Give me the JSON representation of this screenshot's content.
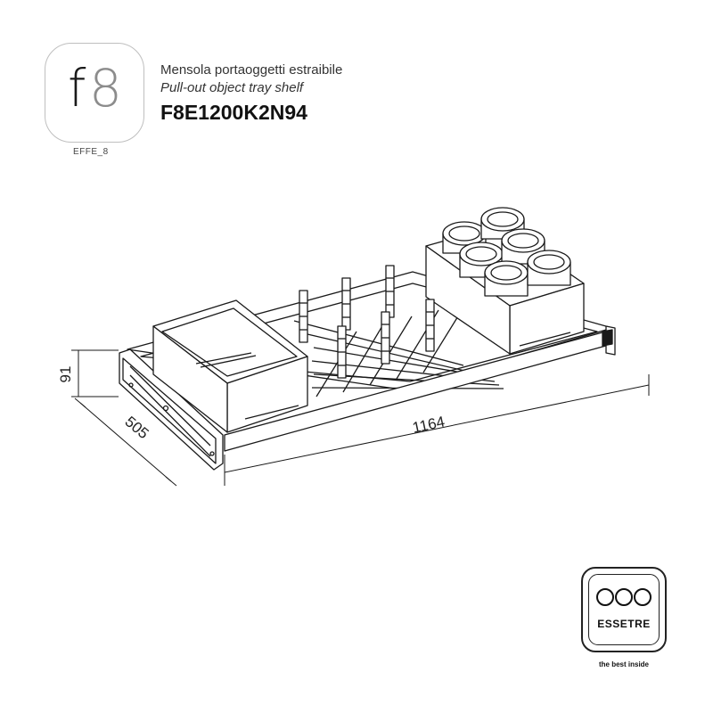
{
  "logo": {
    "letter_f": "f",
    "digit_8": "8",
    "caption": "EFFE_8"
  },
  "product": {
    "name_it": "Mensola portaoggetti estraibile",
    "name_en": "Pull-out object tray shelf",
    "code": "F8E1200K2N94"
  },
  "dimensions": {
    "height": "91",
    "depth": "505",
    "width": "1164"
  },
  "brand": {
    "name": "ESSETRE",
    "tagline": "the best inside"
  },
  "colors": {
    "line": "#1a1a1a",
    "logo_grey": "#8c8c8c",
    "frame_grey": "#bfbfbf"
  }
}
